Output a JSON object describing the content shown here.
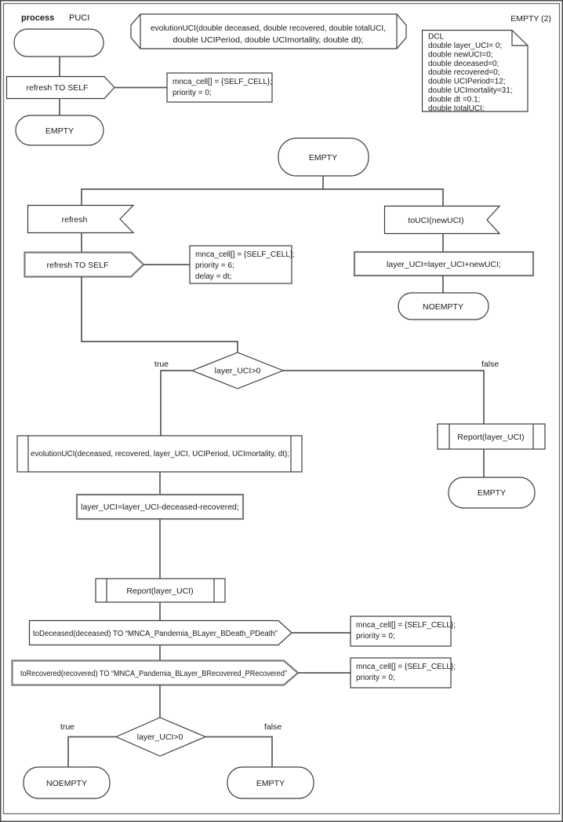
{
  "header": {
    "kind_label": "process",
    "name": "PUCI",
    "page_label": "EMPTY (2)"
  },
  "procedure_declaration": {
    "line1": "evolutionUCI(double deceased, double recovered, double totalUCI,",
    "line2": "double UCIPeriod, double UCImortality, double dt);"
  },
  "declarations": {
    "lines": [
      "DCL",
      "double layer_UCI= 0;",
      "double newUCI=0;",
      "double deceased=0;",
      "double recovered=0;",
      "double UCIPeriod=12;",
      "double UCImortality=31;",
      "double dt =0.1;",
      "double totalUCI;"
    ]
  },
  "start_flow": {
    "output_refresh": "refresh TO SELF",
    "comment": {
      "line1": "mnca_cell[] = {SELF_CELL};",
      "line2": "priority = 0;"
    },
    "state_empty": "EMPTY"
  },
  "empty_state_flow": {
    "state": "EMPTY",
    "input_refresh": "refresh",
    "output_refresh_self": "refresh TO SELF",
    "refresh_comment": {
      "line1": "mnca_cell[] = {SELF_CELL};",
      "line2": "priority = 6;",
      "line3": "delay = dt;"
    },
    "input_touci": "toUCI(newUCI)",
    "task_add": "layer_UCI=layer_UCI+newUCI;",
    "state_noempty": "NOEMPTY"
  },
  "decision1": {
    "condition": "layer_UCI>0",
    "true_label": "true",
    "false_label": "false"
  },
  "true_branch": {
    "call_evolution": "evolutionUCI(deceased, recovered, layer_UCI, UCIPeriod, UCImortality, dt);",
    "task_subtract": "layer_UCI=layer_UCI-deceased-recovered;",
    "call_report": "Report(layer_UCI)",
    "output_todeceased": "toDeceased(deceased) TO “MNCA_Pandemia_BLayer_BDeath_PDeath”",
    "todeceased_comment": {
      "line1": "mnca_cell[] = {SELF_CELL};",
      "line2": "priority = 0;"
    },
    "output_torecovered": "toRecovered(recovered) TO “MNCA_Pandemia_BLayer_BRecovered_PRecovered”",
    "torecovered_comment": {
      "line1": "mnca_cell[] = {SELF_CELL};",
      "line2": "priority = 0;"
    }
  },
  "false_branch": {
    "call_report": "Report(layer_UCI)",
    "state_empty": "EMPTY"
  },
  "decision2": {
    "condition": "layer_UCI>0",
    "true_label": "true",
    "false_label": "false",
    "state_true": "NOEMPTY",
    "state_false": "EMPTY"
  }
}
